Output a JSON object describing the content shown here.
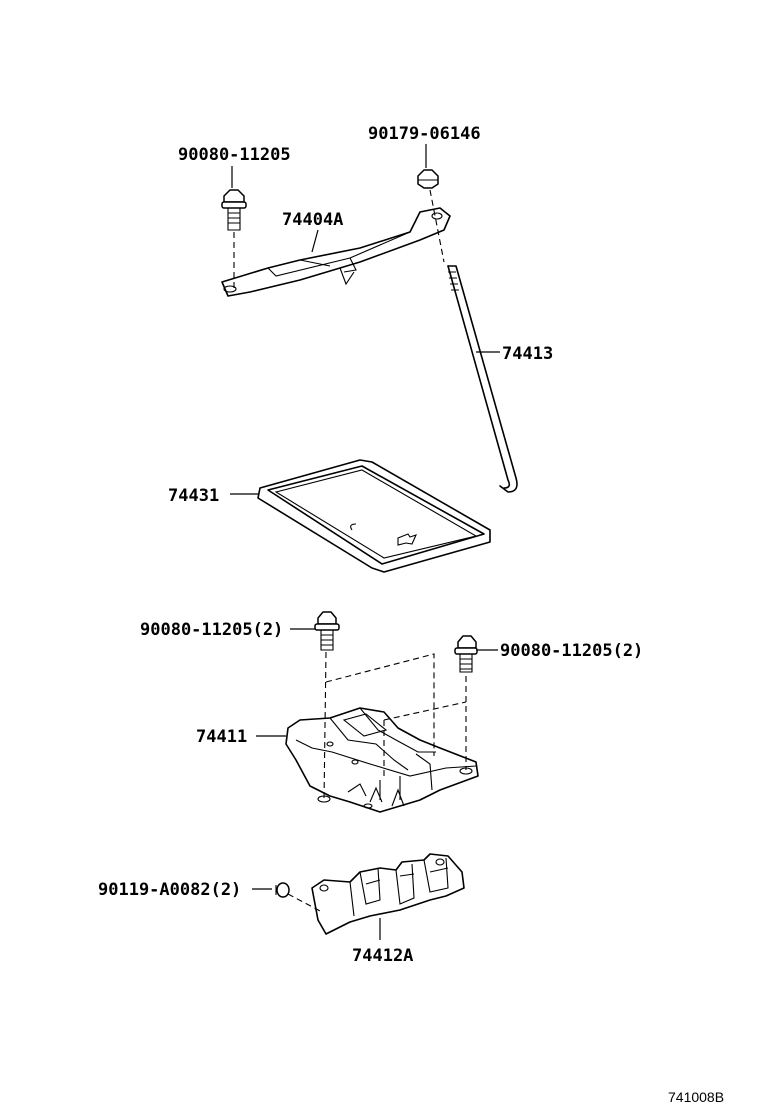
{
  "labels": {
    "bolt_top_left": "90080-11205",
    "nut_top_right": "90179-06146",
    "clamp": "74404A",
    "rod": "74413",
    "tray": "74431",
    "bolt_mid_left": "90080-11205(2)",
    "bolt_mid_right": "90080-11205(2)",
    "carrier": "74411",
    "screw_bottom": "90119-A0082(2)",
    "bracket": "74412A",
    "diagram_code": "741008B"
  }
}
